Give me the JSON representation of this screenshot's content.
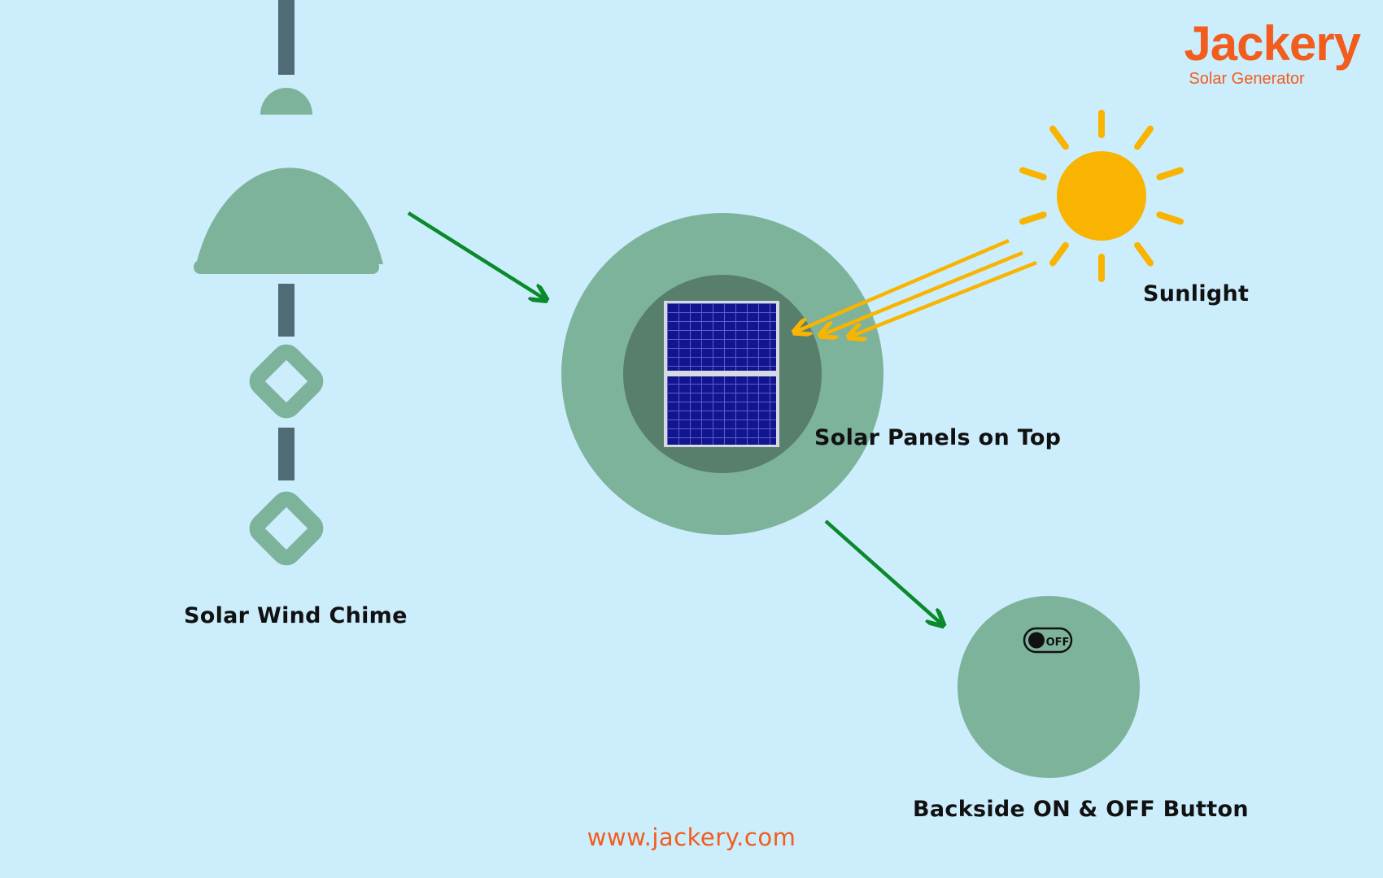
{
  "brand": {
    "name": "Jackery",
    "tagline": "Solar Generator",
    "color": "#f25c1d"
  },
  "labels": {
    "wind_chime": "Solar Wind Chime",
    "solar_panels": "Solar Panels on Top",
    "sunlight": "Sunlight",
    "button": "Backside ON & OFF Button"
  },
  "switch_text": "OFF",
  "footer": {
    "url": "www.jackery.com"
  },
  "colors": {
    "background": "#cceefc",
    "chime_green": "#7db39a",
    "dark_green": "#587f6b",
    "pole": "#4e6b76",
    "arrow_green": "#0a8a2a",
    "sun": "#f8b400",
    "panel_blue": "#12158f"
  }
}
